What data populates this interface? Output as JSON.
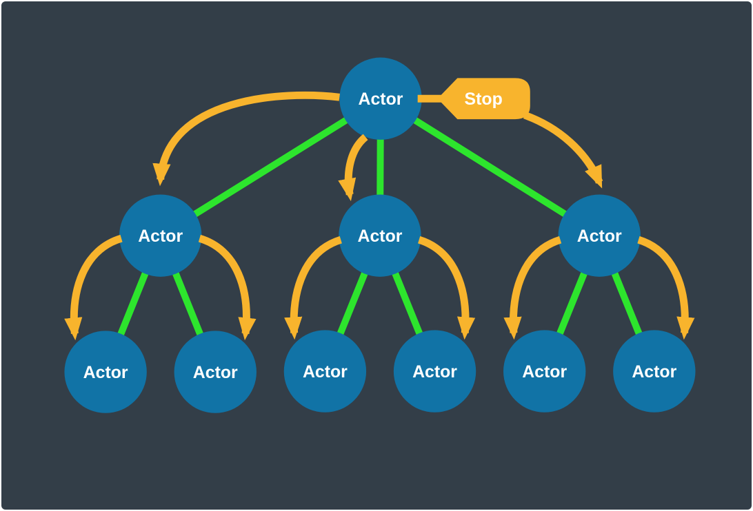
{
  "diagram": {
    "type": "actor-hierarchy-tree",
    "root": {
      "label": "Actor"
    },
    "stop_tag": {
      "label": "Stop"
    },
    "middle": [
      {
        "label": "Actor"
      },
      {
        "label": "Actor"
      },
      {
        "label": "Actor"
      }
    ],
    "leaves": [
      {
        "label": "Actor"
      },
      {
        "label": "Actor"
      },
      {
        "label": "Actor"
      },
      {
        "label": "Actor"
      },
      {
        "label": "Actor"
      },
      {
        "label": "Actor"
      }
    ],
    "edges": {
      "structural_links": [
        [
          "root",
          "middle-0"
        ],
        [
          "root",
          "middle-1"
        ],
        [
          "root",
          "middle-2"
        ],
        [
          "middle-0",
          "leaf-0"
        ],
        [
          "middle-0",
          "leaf-1"
        ],
        [
          "middle-1",
          "leaf-2"
        ],
        [
          "middle-1",
          "leaf-3"
        ],
        [
          "middle-2",
          "leaf-4"
        ],
        [
          "middle-2",
          "leaf-5"
        ]
      ],
      "stop_signal_arrows": [
        [
          "root",
          "middle-0"
        ],
        [
          "root",
          "middle-1"
        ],
        [
          "stop-tag",
          "middle-2"
        ],
        [
          "middle-0",
          "leaf-0"
        ],
        [
          "middle-0",
          "leaf-1"
        ],
        [
          "middle-1",
          "leaf-2"
        ],
        [
          "middle-1",
          "leaf-3"
        ],
        [
          "middle-2",
          "leaf-4"
        ],
        [
          "middle-2",
          "leaf-5"
        ]
      ]
    }
  },
  "colors": {
    "background": "#333e48",
    "node-fill": "#1173a6",
    "link-green": "#2de52d",
    "arrow-orange": "#f8b42d",
    "label-white": "#ffffff",
    "page-border": "#ffffff"
  }
}
